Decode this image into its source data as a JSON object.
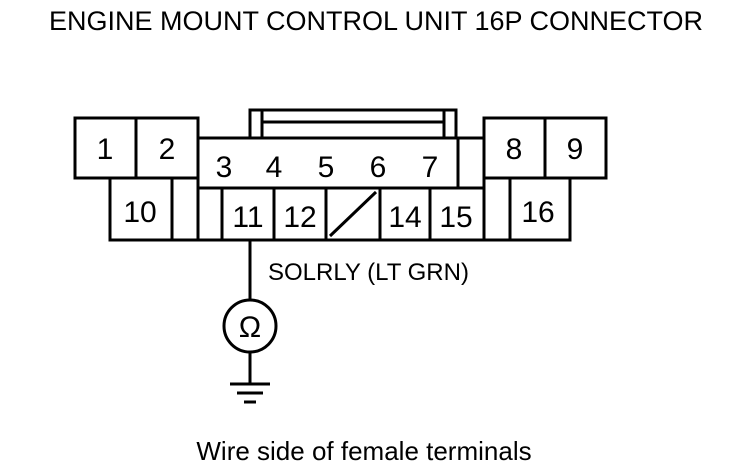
{
  "title": "ENGINE MOUNT CONTROL UNIT 16P CONNECTOR",
  "connector": {
    "pins": {
      "p1": "1",
      "p2": "2",
      "p3": "3",
      "p4": "4",
      "p5": "5",
      "p6": "6",
      "p7": "7",
      "p8": "8",
      "p9": "9",
      "p10": "10",
      "p11": "11",
      "p12": "12",
      "p14": "14",
      "p15": "15",
      "p16": "16"
    },
    "unused_pin": "13"
  },
  "wire_label": "SOLRLY (LT GRN)",
  "meter_symbol": "Ω",
  "meter_icon": "ohmmeter-icon",
  "ground_icon": "ground-icon",
  "caption": "Wire side of female terminals"
}
